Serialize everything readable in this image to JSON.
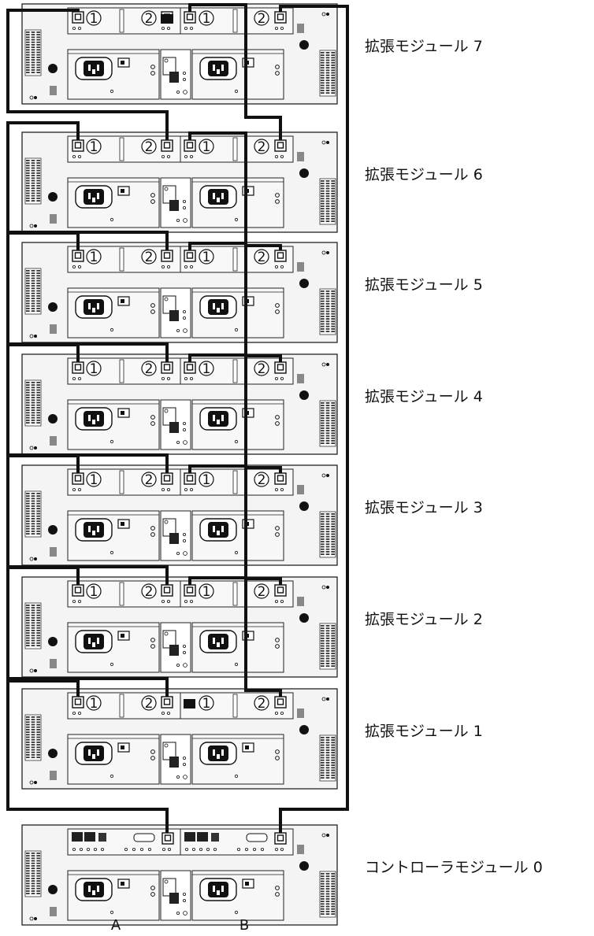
{
  "modules": [
    {
      "label": "拡張モジュール 7",
      "type": "expansion"
    },
    {
      "label": "拡張モジュール 6",
      "type": "expansion"
    },
    {
      "label": "拡張モジュール 5",
      "type": "expansion"
    },
    {
      "label": "拡張モジュール 4",
      "type": "expansion"
    },
    {
      "label": "拡張モジュール 3",
      "type": "expansion"
    },
    {
      "label": "拡張モジュール 2",
      "type": "expansion"
    },
    {
      "label": "拡張モジュール 1",
      "type": "expansion"
    },
    {
      "label": "コントローラモジュール 0",
      "type": "controller"
    }
  ],
  "ports": {
    "port1": "1",
    "port2": "2"
  },
  "columns": {
    "a": "A",
    "b": "B"
  },
  "colors": {
    "cable": "#111111",
    "chassis": "#f4f4f4",
    "outline": "#222222",
    "vent": "#333333"
  }
}
